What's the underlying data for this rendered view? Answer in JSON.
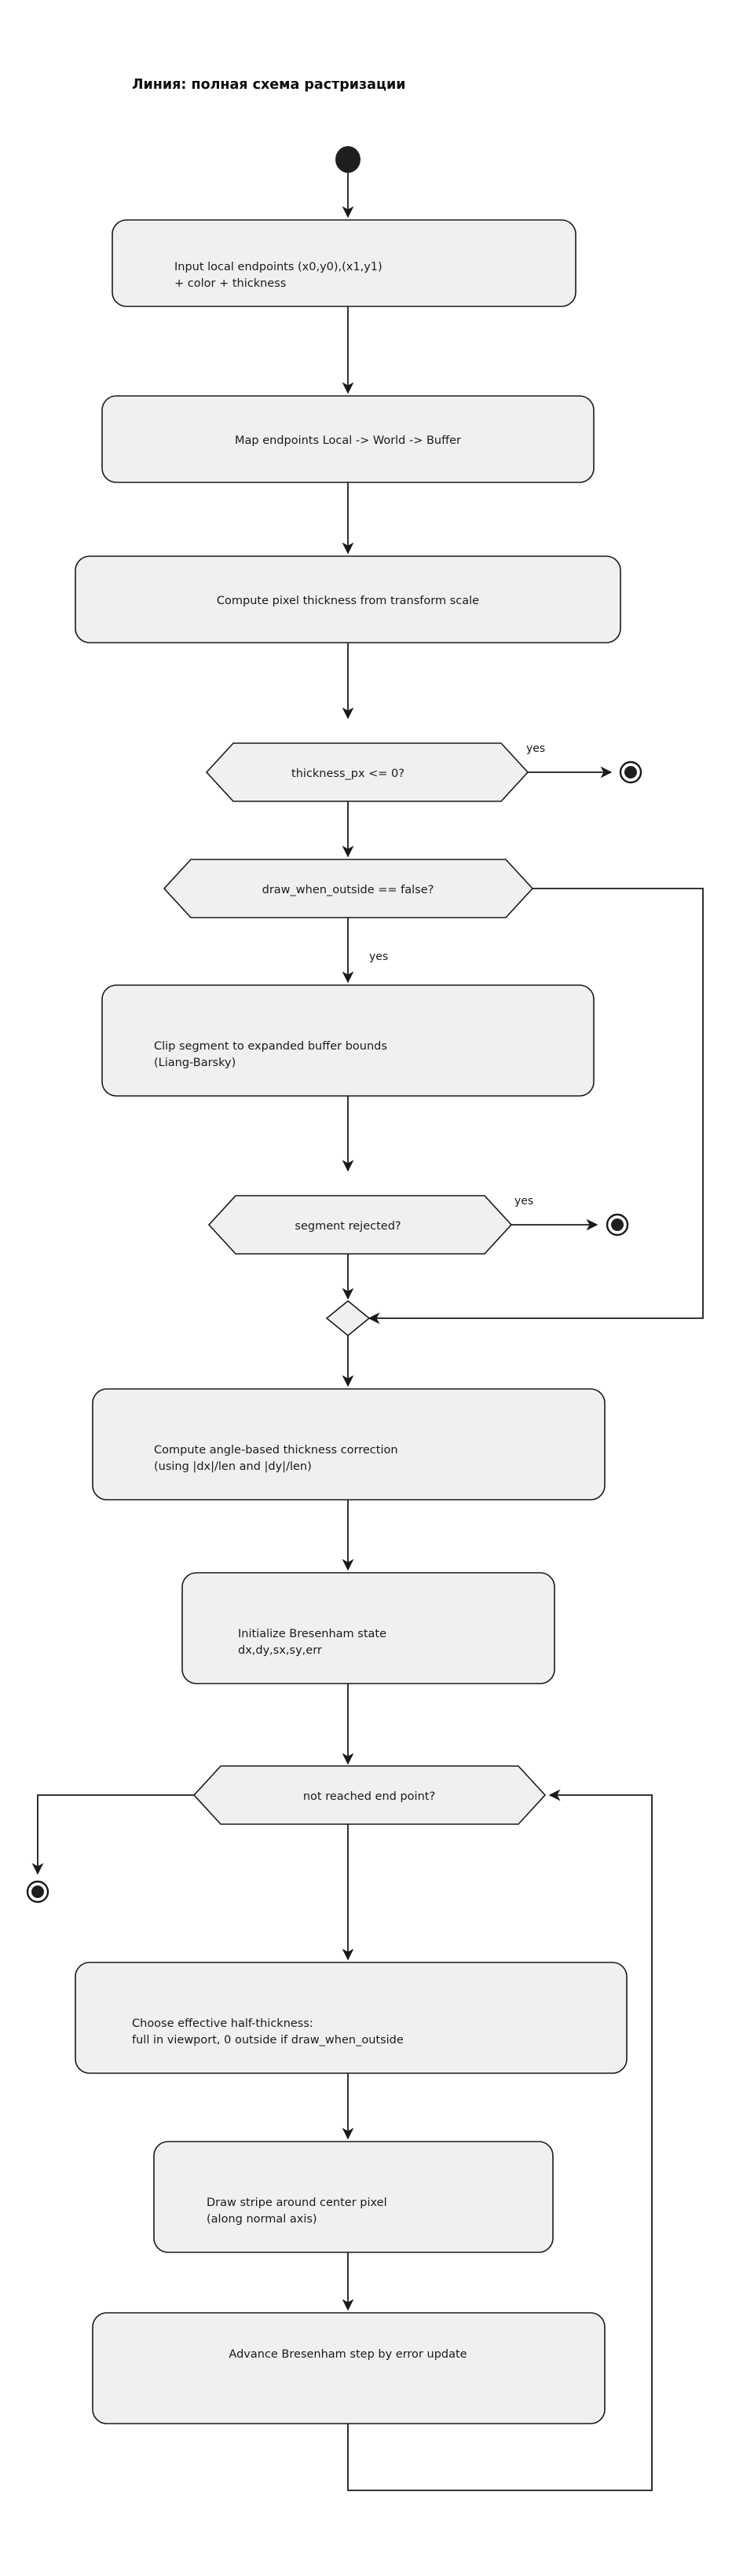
{
  "title": "Линия: полная схема растризации",
  "diagram": {
    "type": "uml-activity-flowchart",
    "start_node": {
      "name": "start"
    },
    "nodes": [
      {
        "id": "n1",
        "shape": "action",
        "lines": [
          "Input local endpoints (x0,y0),(x1,y1)",
          "+ color + thickness"
        ],
        "align": "left"
      },
      {
        "id": "n2",
        "shape": "action",
        "lines": [
          "Map endpoints Local -> World -> Buffer"
        ],
        "align": "center"
      },
      {
        "id": "n3",
        "shape": "action",
        "lines": [
          "Compute pixel thickness from transform scale"
        ],
        "align": "center"
      },
      {
        "id": "d1",
        "shape": "decision",
        "lines": [
          "thickness_px <= 0?"
        ],
        "align": "center"
      },
      {
        "id": "d2",
        "shape": "decision",
        "lines": [
          "draw_when_outside == false?"
        ],
        "align": "center"
      },
      {
        "id": "n4",
        "shape": "action",
        "lines": [
          "Clip segment to expanded buffer bounds",
          "(Liang-Barsky)"
        ],
        "align": "left"
      },
      {
        "id": "d3",
        "shape": "decision",
        "lines": [
          "segment rejected?"
        ],
        "align": "center"
      },
      {
        "id": "m1",
        "shape": "merge",
        "lines": [],
        "align": "center"
      },
      {
        "id": "n5",
        "shape": "action",
        "lines": [
          "Compute angle-based thickness correction",
          "(using |dx|/len and |dy|/len)"
        ],
        "align": "left"
      },
      {
        "id": "n6",
        "shape": "action",
        "lines": [
          "Initialize Bresenham state",
          "dx,dy,sx,sy,err"
        ],
        "align": "left"
      },
      {
        "id": "d4",
        "shape": "decision",
        "lines": [
          "not reached end point?"
        ],
        "align": "center"
      },
      {
        "id": "n7",
        "shape": "action",
        "lines": [
          "Choose effective half-thickness:",
          "full in viewport, 0 outside if draw_when_outside"
        ],
        "align": "left"
      },
      {
        "id": "n8",
        "shape": "action",
        "lines": [
          "Draw stripe around center pixel",
          "(along normal axis)"
        ],
        "align": "left"
      },
      {
        "id": "n9",
        "shape": "action",
        "lines": [
          "Advance Bresenham step by error update"
        ],
        "align": "center"
      }
    ],
    "end_nodes": [
      {
        "id": "e1",
        "name": "end-thickness-zero"
      },
      {
        "id": "e2",
        "name": "end-segment-rejected"
      },
      {
        "id": "e3",
        "name": "end-loop-finished"
      }
    ],
    "edge_labels": [
      {
        "id": "lbl1",
        "text": "yes",
        "for": "thickness_px <= 0? -> end"
      },
      {
        "id": "lbl2",
        "text": "yes",
        "for": "draw_when_outside == false? -> clip"
      },
      {
        "id": "lbl3",
        "text": "yes",
        "for": "segment rejected? -> end"
      }
    ]
  },
  "colors": {
    "node_fill": "#f0f0f0",
    "node_stroke": "#1a1a1a",
    "edge_stroke": "#1a1a1a",
    "terminal_fill": "#1f1f1f",
    "background": "#ffffff",
    "text": "#1a1a1a"
  }
}
